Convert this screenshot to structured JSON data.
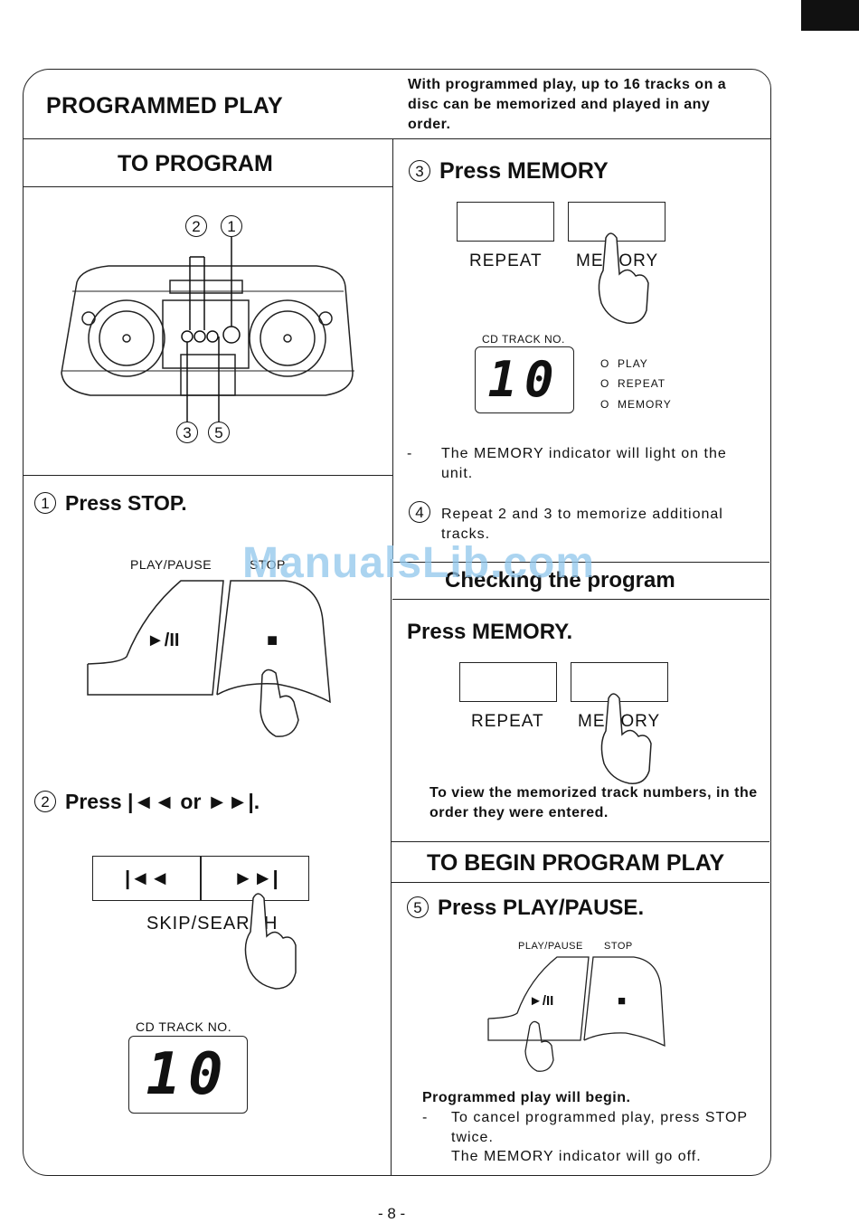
{
  "header": {
    "title": "PROGRAMMED PLAY",
    "intro": "With programmed play, up to 16 tracks on a disc can be memorized and played in any order."
  },
  "left": {
    "section_title": "TO PROGRAM",
    "diagram_callouts": [
      "2",
      "1",
      "3",
      "5"
    ],
    "step1": {
      "num": "1",
      "text": "Press STOP.",
      "label_play": "PLAY/PAUSE",
      "label_stop": "STOP",
      "glyph_play": "►/II",
      "glyph_stop": "■"
    },
    "step2": {
      "num": "2",
      "text": "Press |◄◄ or ►►|.",
      "glyph_prev": "|◄◄",
      "glyph_next": "►►|",
      "label": "SKIP/SEARCH"
    },
    "lcd": {
      "label": "CD TRACK NO.",
      "digits": "10"
    }
  },
  "right": {
    "step3": {
      "num": "3",
      "text": "Press MEMORY",
      "repeat": "REPEAT",
      "memory": "MEMORY"
    },
    "lcd": {
      "label": "CD TRACK NO.",
      "digits": "10",
      "indicators": [
        "PLAY",
        "REPEAT",
        "MEMORY"
      ]
    },
    "note_memory": "The MEMORY indicator will light on the unit.",
    "step4": {
      "num": "4",
      "text": "Repeat 2 and 3 to memorize additional tracks."
    },
    "checking": {
      "title": "Checking the program",
      "press": "Press MEMORY.",
      "repeat": "REPEAT",
      "memory": "MEMORY",
      "note": "To view the memorized track numbers, in the order they were entered."
    },
    "begin": {
      "title": "TO BEGIN PROGRAM PLAY",
      "step5": {
        "num": "5",
        "text": "Press PLAY/PAUSE.",
        "label_play": "PLAY/PAUSE",
        "label_stop": "STOP",
        "glyph_play": "►/II",
        "glyph_stop": "■"
      },
      "will_begin": "Programmed play will begin.",
      "cancel": "To cancel programmed play, press STOP twice.",
      "memory_off": "The MEMORY indicator will go off."
    }
  },
  "watermark": "ManualsLib.com",
  "page_number": "- 8 -"
}
